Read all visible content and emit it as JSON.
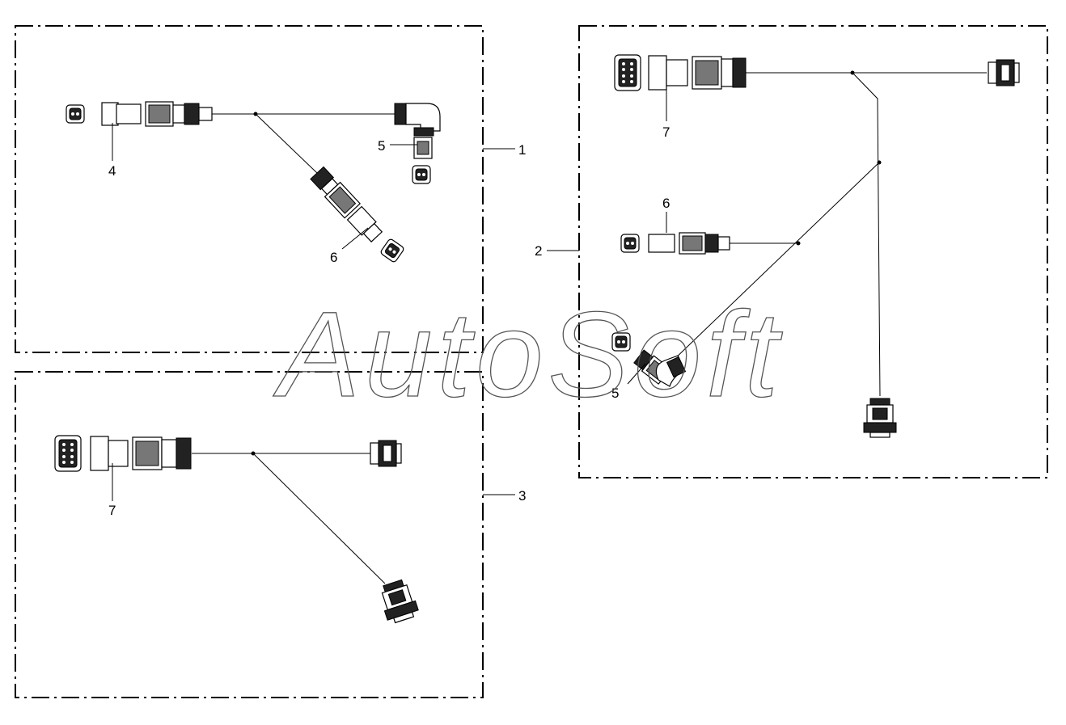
{
  "watermark": "AutoSoft",
  "colors": {
    "line": "#000000",
    "watermark": "#555555",
    "background": "#ffffff"
  },
  "callouts": {
    "assembly_1": "1",
    "assembly_2": "2",
    "assembly_3": "3",
    "a1_item_4": "4",
    "a1_item_5": "5",
    "a1_item_6": "6",
    "a2_item_7": "7",
    "a2_item_6": "6",
    "a2_item_5": "5",
    "a3_item_7": "7"
  }
}
